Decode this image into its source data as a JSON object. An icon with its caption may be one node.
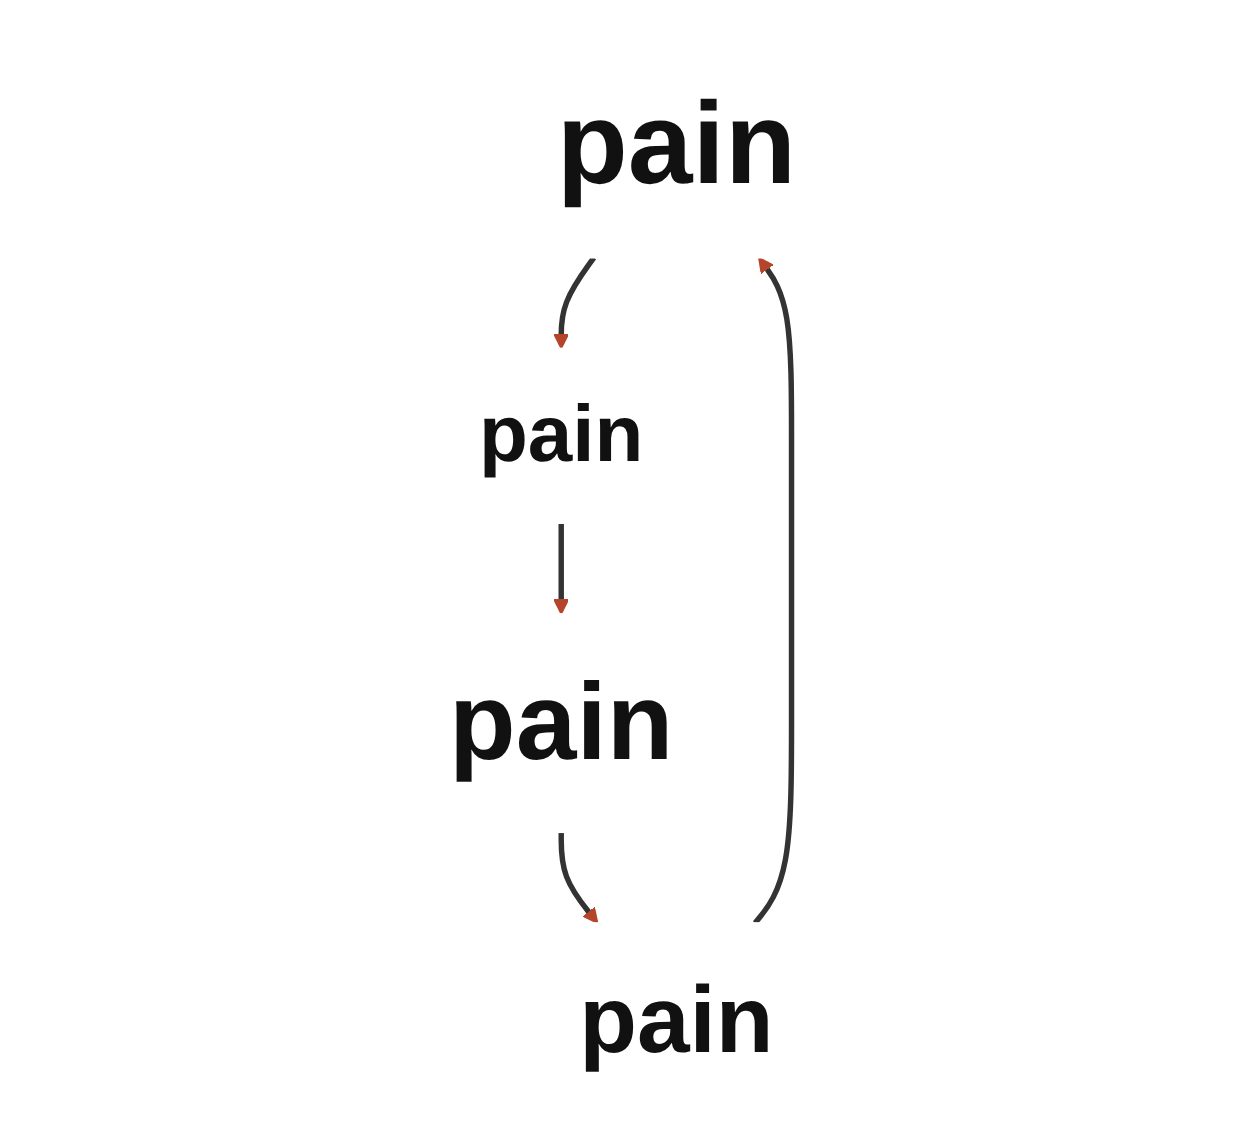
{
  "diagram": {
    "nodes": [
      {
        "text": [
          "pain"
        ]
      },
      {
        "text": [
          "pain"
        ]
      },
      {
        "text": [
          "pain"
        ]
      },
      {
        "text": [
          "pain"
        ]
      }
    ],
    "edges": [
      {
        "from": 0,
        "to": 2,
        "arrow": "to"
      },
      {
        "from": 2,
        "to": 3,
        "arrow": "to"
      },
      {
        "from": 3,
        "to": 1,
        "arrow": "to"
      },
      {
        "from": 1,
        "to": 0,
        "arrow": "to"
      }
    ]
  }
}
